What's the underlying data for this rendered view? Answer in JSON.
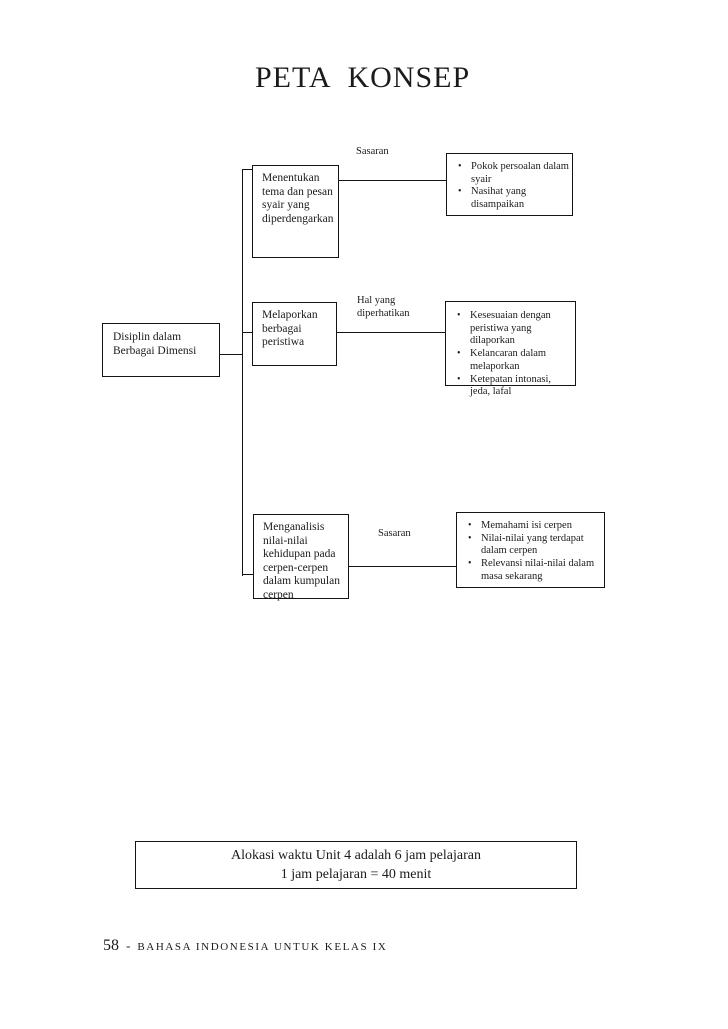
{
  "colors": {
    "background": "#ffffff",
    "text": "#1b1b1b",
    "line": "#141414"
  },
  "page": {
    "title": "PETA KONSEP",
    "time_allocation": {
      "line1": "Alokasi waktu Unit 4 adalah 6 jam pelajaran",
      "line2": "1 jam pelajaran = 40 menit"
    },
    "footer": {
      "page_number": "58",
      "separator": "-",
      "book_title": "BAHASA INDONESIA UNTUK KELAS IX"
    }
  },
  "concept_map": {
    "root_label": "Disiplin dalam Berbagai Dimensi",
    "branches": [
      {
        "topic": "Menentukan tema dan pesan syair yang diperdengarkan",
        "connector_label": "Sasaran",
        "details": [
          "Pokok persoalan dalam syair",
          "Nasihat yang disampaikan"
        ]
      },
      {
        "topic": "Melaporkan berbagai peristiwa",
        "connector_label": "Hal yang diperhatikan",
        "details": [
          "Kesesuaian dengan peristiwa yang dilaporkan",
          "Kelancaran dalam melaporkan",
          "Ketepatan intonasi, jeda, lafal"
        ]
      },
      {
        "topic": "Menganalisis nilai-nilai kehidupan pada cerpen-cerpen dalam kumpulan cerpen",
        "connector_label": "Sasaran",
        "details": [
          "Memahami isi cerpen",
          "Nilai-nilai yang terdapat dalam cerpen",
          "Relevansi nilai-nilai dalam masa sekarang"
        ]
      }
    ]
  }
}
